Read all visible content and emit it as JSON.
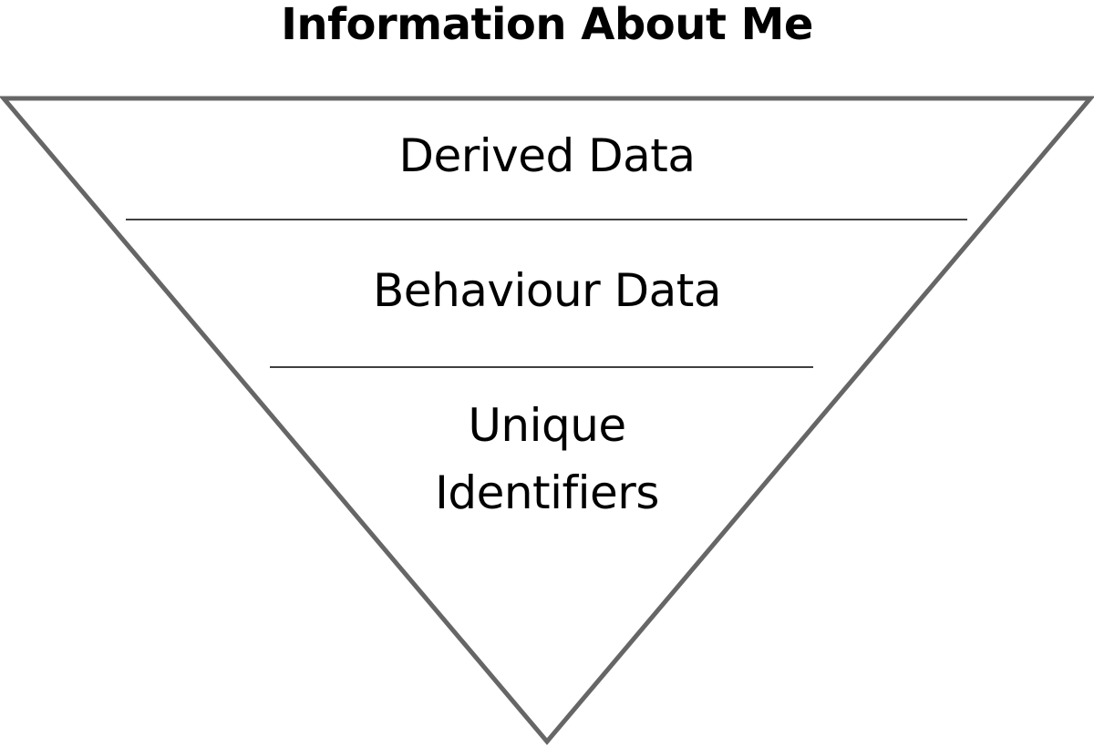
{
  "title": "Information About Me",
  "layers": [
    {
      "label_lines": [
        "Derived Data"
      ]
    },
    {
      "label_lines": [
        "Behaviour Data"
      ]
    },
    {
      "label_lines": [
        "Unique",
        "Identifiers"
      ]
    }
  ],
  "colors": {
    "outline": "#666666",
    "divider": "#000000",
    "text": "#000000",
    "background": "#ffffff"
  }
}
